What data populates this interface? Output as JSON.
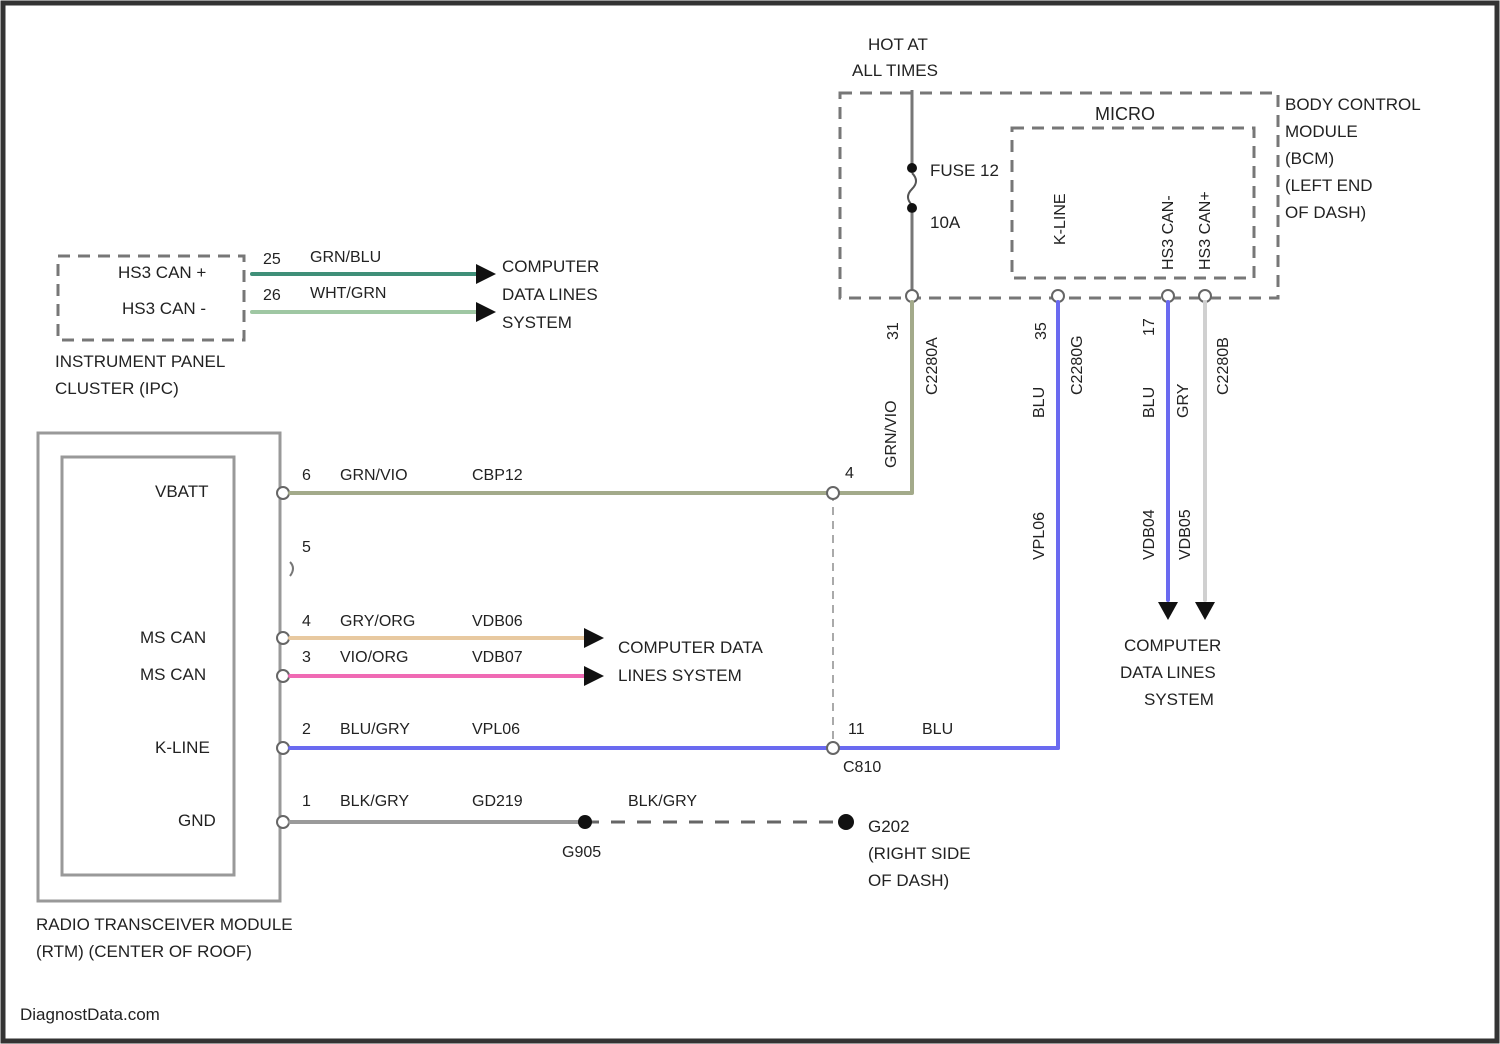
{
  "colors": {
    "border": "#333333",
    "hs_can_plus": "#3f8f78",
    "hs_can_minus": "#9fc7a3",
    "vbatt_wire": "#a3aa8a",
    "ms_can_plus": "#e8c9a0",
    "ms_can_minus": "#f06ab4",
    "k_line": "#6a6af0",
    "ground": "#9a9a9a",
    "bcm_feed": "#9a9a9a"
  },
  "bcm": {
    "hot_at_all_times": [
      "HOT AT",
      "ALL TIMES"
    ],
    "title": [
      "BODY CONTROL",
      "MODULE",
      "(BCM)",
      "(LEFT END",
      "OF DASH)"
    ],
    "micro": "MICRO",
    "fuse": [
      "FUSE 12",
      "10A"
    ],
    "pin_labels": [
      "K-LINE",
      "HS3 CAN-",
      "HS3 CAN+"
    ],
    "pin_numbers": [
      "31",
      "35",
      "17"
    ],
    "connectors": [
      "C2280A",
      "C2280G",
      "C2280B"
    ],
    "wire_colors": [
      "GRN/VIO",
      "BLU",
      "BLU",
      "GRY"
    ],
    "circuit_codes": [
      "VPL06",
      "VDB04",
      "VDB05"
    ]
  },
  "ipc": {
    "labels": [
      "HS3 CAN +",
      "HS3 CAN -"
    ],
    "title": [
      "INSTRUMENT PANEL",
      "CLUSTER (IPC)"
    ],
    "pins": [
      "25",
      "26"
    ],
    "wire_colors": [
      "GRN/BLU",
      "WHT/GRN"
    ],
    "destination": [
      "COMPUTER",
      "DATA LINES",
      "SYSTEM"
    ]
  },
  "rtm": {
    "title": [
      "RADIO TRANSCEIVER MODULE",
      "(RTM) (CENTER OF ROOF)"
    ],
    "rows": [
      {
        "label": "VBATT",
        "pin": "6",
        "color": "GRN/VIO",
        "code": "CBP12"
      },
      {
        "label": "",
        "pin": "5",
        "color": "",
        "code": ""
      },
      {
        "label": "MS CAN",
        "pin": "4",
        "color": "GRY/ORG",
        "code": "VDB06"
      },
      {
        "label": "MS CAN",
        "pin": "3",
        "color": "VIO/ORG",
        "code": "VDB07"
      },
      {
        "label": "K-LINE",
        "pin": "2",
        "color": "BLU/GRY",
        "code": "VPL06"
      },
      {
        "label": "GND",
        "pin": "1",
        "color": "BLK/GRY",
        "code": "GD219"
      }
    ]
  },
  "middle": {
    "ms_can_destination": [
      "COMPUTER DATA",
      "LINES SYSTEM"
    ],
    "inline_pin_vbatt": "4",
    "inline_pin_kline": "11",
    "kline_inline_color": "BLU",
    "inline_connector": "C810"
  },
  "right_destination": [
    "COMPUTER",
    "DATA LINES",
    "SYSTEM"
  ],
  "ground": {
    "splice": "G905",
    "wire_color": "BLK/GRY",
    "location": [
      "G202",
      "(RIGHT SIDE",
      "OF DASH)"
    ]
  },
  "watermark": "DiagnostData.com"
}
